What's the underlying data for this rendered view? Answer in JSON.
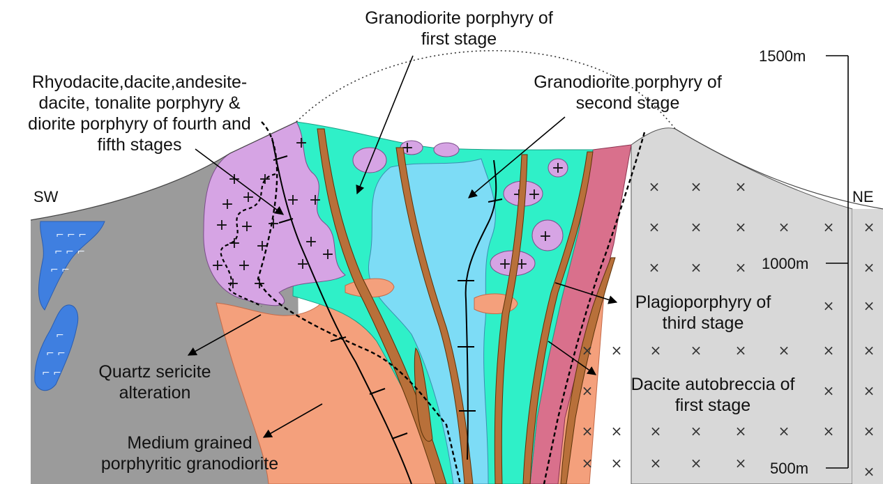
{
  "labels": {
    "sw": "SW",
    "ne": "NE",
    "granodiorite_first_l1": "Granodiorite porphyry of",
    "granodiorite_first_l2": "first stage",
    "granodiorite_second_l1": "Granodiorite porphyry of",
    "granodiorite_second_l2": "second stage",
    "rhyodacite_l1": "Rhyodacite,dacite,andesite-",
    "rhyodacite_l2": "dacite, tonalite porphyry &",
    "rhyodacite_l3": "diorite porphyry of fourth and",
    "rhyodacite_l4": "fifth stages",
    "plagio_l1": "Plagioporphyry of",
    "plagio_l2": "third stage",
    "dacite_l1": "Dacite autobreccia of",
    "dacite_l2": "first stage",
    "quartz_l1": "Quartz sericite",
    "quartz_l2": "alteration",
    "medium_l1": "Medium grained",
    "medium_l2": "porphyritic granodiorite"
  },
  "scale": {
    "top": "1500m",
    "middle": "1000m",
    "bottom": "500m"
  },
  "colors": {
    "host_gray": "#9b9b9b",
    "autobreccia_light_gray": "#d8d8d8",
    "blue_volcanic": "#3f7fe0",
    "medium_granodiorite_salmon": "#f4a07c",
    "plagioporphyry_pink": "#d9708c",
    "first_stage_cyan": "#2ff0c8",
    "second_stage_lightblue": "#7ddcf6",
    "fourth_fifth_lilac": "#d6a4e4",
    "dyke_brown": "#b8703a"
  }
}
